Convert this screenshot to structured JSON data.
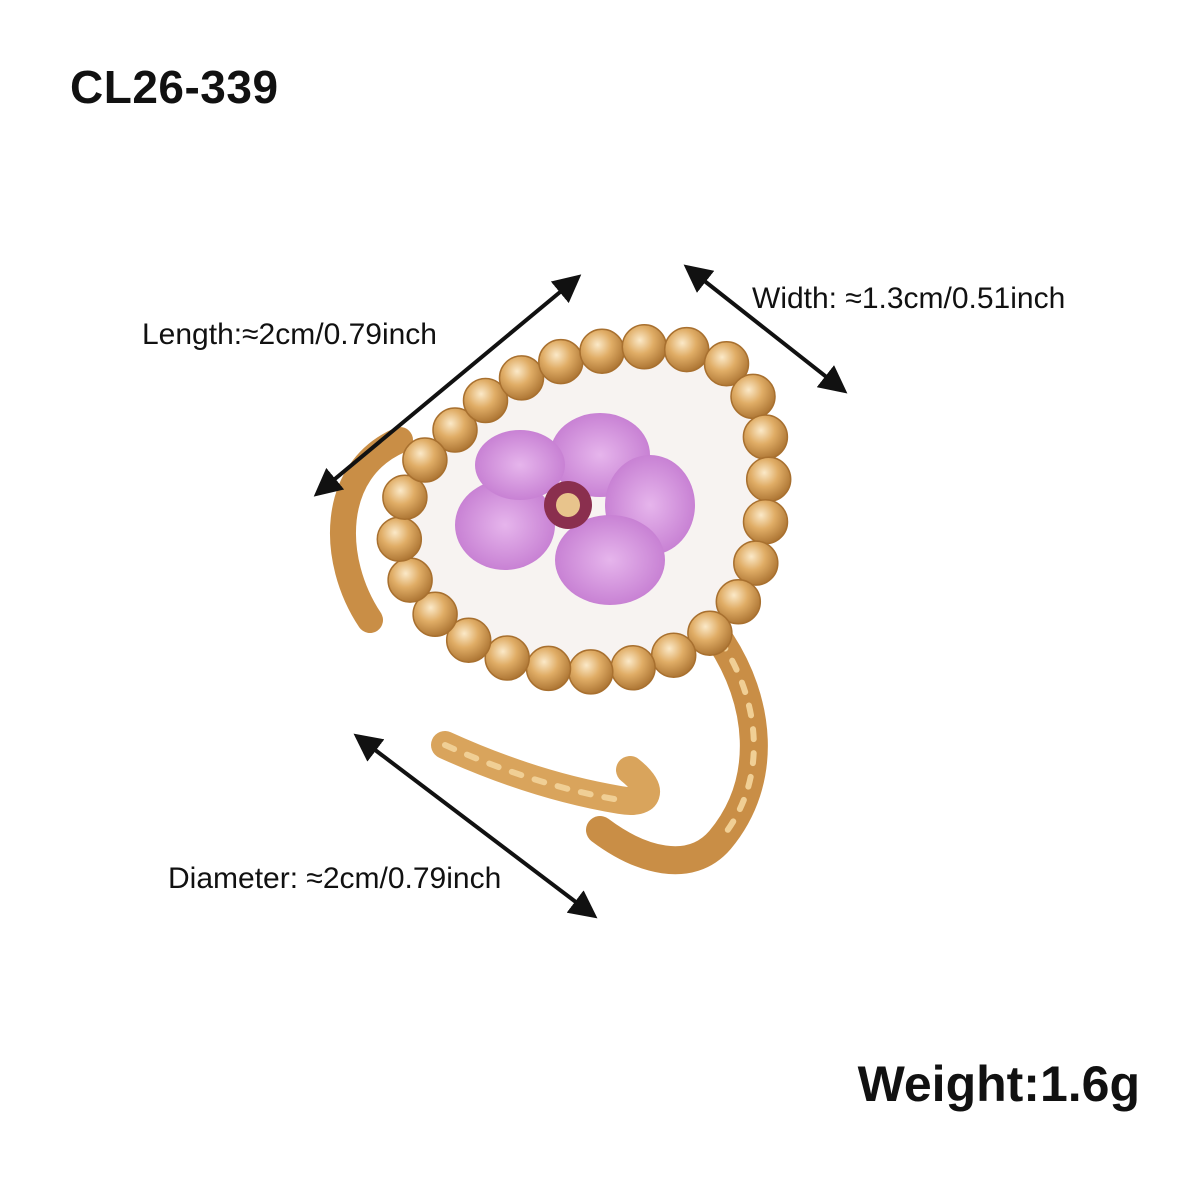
{
  "product": {
    "code": "CL26-339",
    "weight": "Weight:1.6g"
  },
  "dimensions": {
    "length": "Length:≈2cm/0.79inch",
    "width": "Width: ≈1.3cm/0.51inch",
    "diameter": "Diameter: ≈2cm/0.79inch"
  },
  "colors": {
    "gold": "#d9a45c",
    "gold_dark": "#b07a35",
    "gold_light": "#f3d7a6",
    "flower": "#c67fd2",
    "flower_center": "#8a2f4e",
    "resin": "#f7f3f1"
  }
}
